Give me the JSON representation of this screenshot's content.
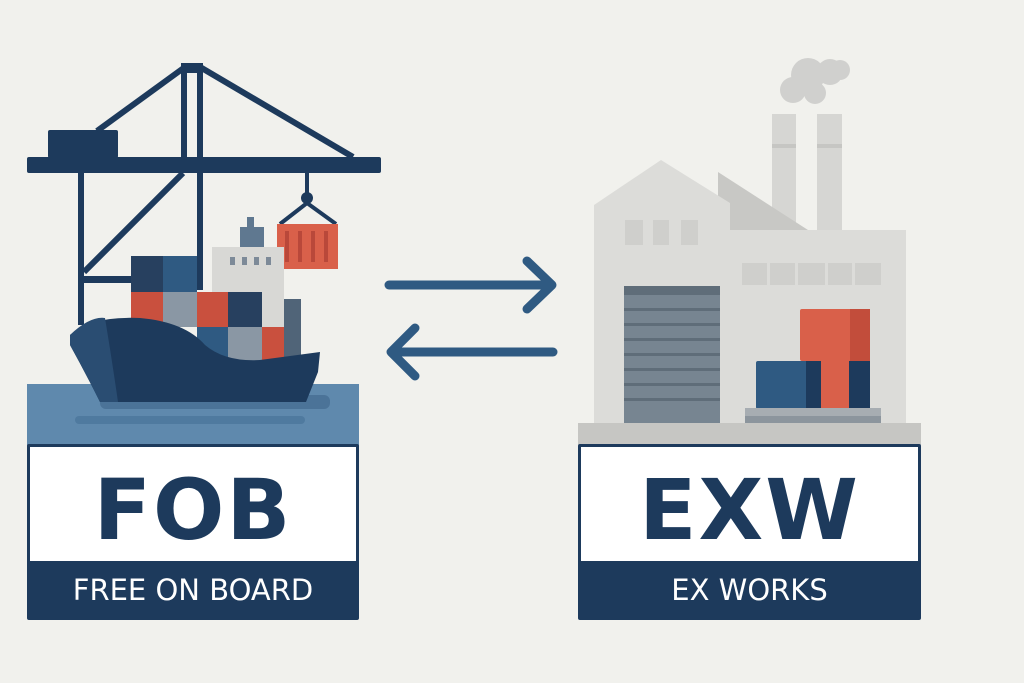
{
  "fob": {
    "code": "FOB",
    "name": "FREE ON BOARD"
  },
  "exw": {
    "code": "EXW",
    "name": "EX WORKS"
  },
  "icons": [
    "port-crane-icon",
    "cargo-ship-icon",
    "exchange-arrows-icon",
    "factory-icon"
  ],
  "colors": {
    "navy": "#1d3a5c",
    "red": "#d9604a",
    "water": "#5d87ab",
    "gray": "#d6d6d3"
  }
}
